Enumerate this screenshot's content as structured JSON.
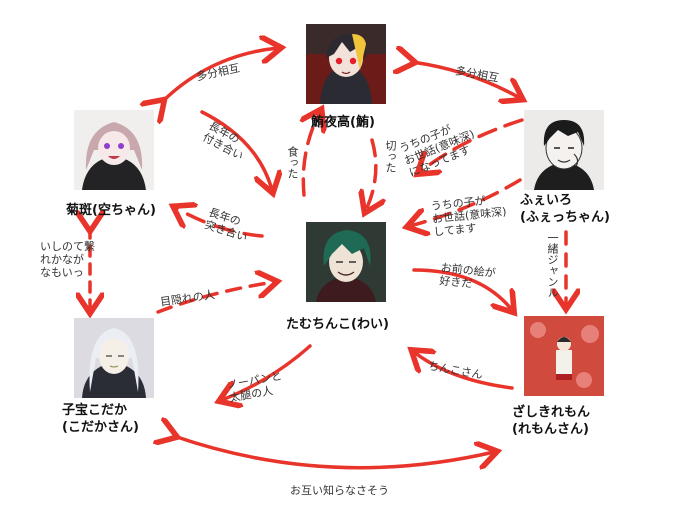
{
  "characters": {
    "tsurugi": {
      "name": "鮪夜高(鮪)",
      "icon": "portrait-red-eyes"
    },
    "fuiro": {
      "name": "ふぇいろ\n(ふぇっちゃん)",
      "icon": "portrait-dark-hair"
    },
    "kikuhan": {
      "name": "菊斑(空ちゃん)",
      "icon": "portrait-purple-eyes"
    },
    "tamu": {
      "name": "たむちんこ(わい)",
      "icon": "portrait-green-hair"
    },
    "kodaka": {
      "name": "子宝こだか\n(こだかさん)",
      "icon": "portrait-white-hair"
    },
    "zashiki": {
      "name": "ざしきれもん\n(れもんさん)",
      "icon": "portrait-red-background"
    }
  },
  "labels": {
    "kikuhan_tsurugi": "多分相互",
    "tsurugi_fuiro": "多分相互",
    "tsurugi_tamu_long": "長年の\n付き合い",
    "tamu_tsurugi_ate": "食った",
    "tsurugi_tamu_cut": "切った",
    "fuiro_tsurugi": "うちの子が\nお世話(意味深)\nになってます",
    "tamu_fuiro": "うちの子が\nお世話(意味深)\nしてます",
    "tamu_kikuhan": "長年の\n突き合い",
    "kikuhan_kodaka": "いしのて繋\nれかなが\nなもいっ",
    "kodaka_tamu": "目隠れの人",
    "tamu_zashiki": "お前の絵が\n好きだ",
    "fuiro_zashiki": "一緒ジャンル",
    "zashiki_tamu": "ちんこさん",
    "tamu_kodaka": "ノーパンと\n太腿の人",
    "kodaka_zashiki": "お互い知らなさそう"
  },
  "colors": {
    "arrow": "#e8342a",
    "text": "#111111",
    "label": "#333333"
  }
}
